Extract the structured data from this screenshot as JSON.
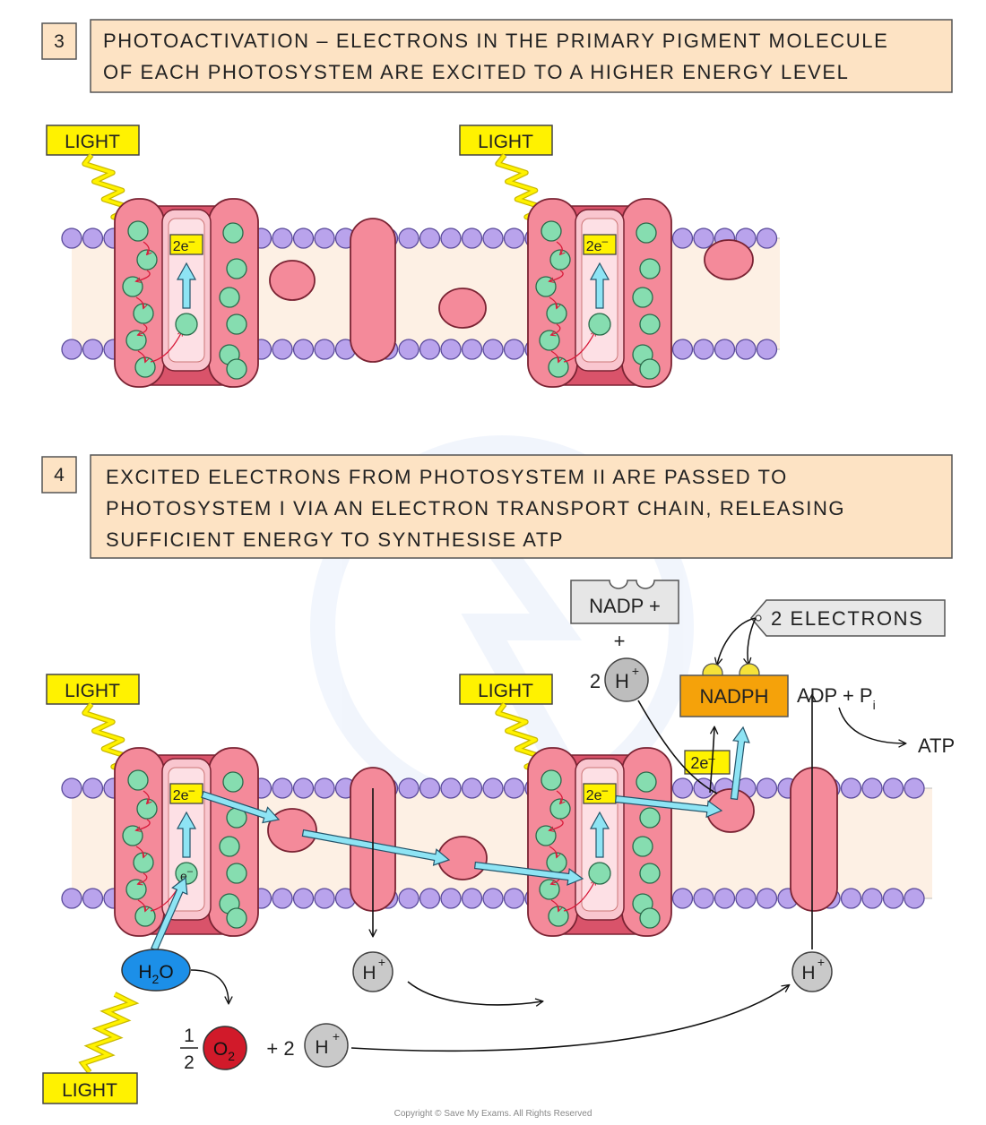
{
  "colors": {
    "box_fill": "#fde3c4",
    "box_stroke": "#555555",
    "light_fill": "#fff200",
    "protein_pink": "#f48a9a",
    "protein_dark": "#d9536a",
    "pigment_green": "#86ddb0",
    "membrane_fill": "#fdf0e4",
    "lipid_purple": "#b9a3ec",
    "arrow_cyan": "#8ee4f4",
    "nadph_orange": "#f5a20a",
    "water_blue": "#1c8fe8",
    "oxygen_red": "#d11a2a",
    "ion_grey": "#c9c9c9"
  },
  "step3": {
    "number": "3",
    "line1": "PHOTOACTIVATION – ELECTRONS IN THE PRIMARY PIGMENT MOLECULE",
    "line2": "OF EACH PHOTOSYSTEM ARE EXCITED TO A HIGHER ENERGY LEVEL"
  },
  "step4": {
    "number": "4",
    "line1": "EXCITED ELECTRONS FROM PHOTOSYSTEM II ARE PASSED TO",
    "line2": "PHOTOSYSTEM I VIA AN ELECTRON TRANSPORT CHAIN, RELEASING",
    "line3": "SUFFICIENT ENERGY TO SYNTHESISE ATP"
  },
  "labels": {
    "light": "LIGHT",
    "two_e": "2e",
    "e": "e",
    "minus": "–",
    "nadp": "NADP +",
    "plus": "+",
    "two": "2",
    "h": "H",
    "sup_plus": "+",
    "two_electrons": "2 ELECTRONS",
    "nadph": "NADPH",
    "adp_pi": "ADP + P",
    "pi_sub": "i",
    "atp": "ATP",
    "h2o_h": "H",
    "h2o_sub": "2",
    "h2o_o": "O",
    "half_num": "1",
    "half_den": "2",
    "o2_o": "O",
    "o2_sub": "2",
    "plus_two": "+ 2",
    "copyright": "Copyright © Save My Exams. All Rights Reserved"
  }
}
